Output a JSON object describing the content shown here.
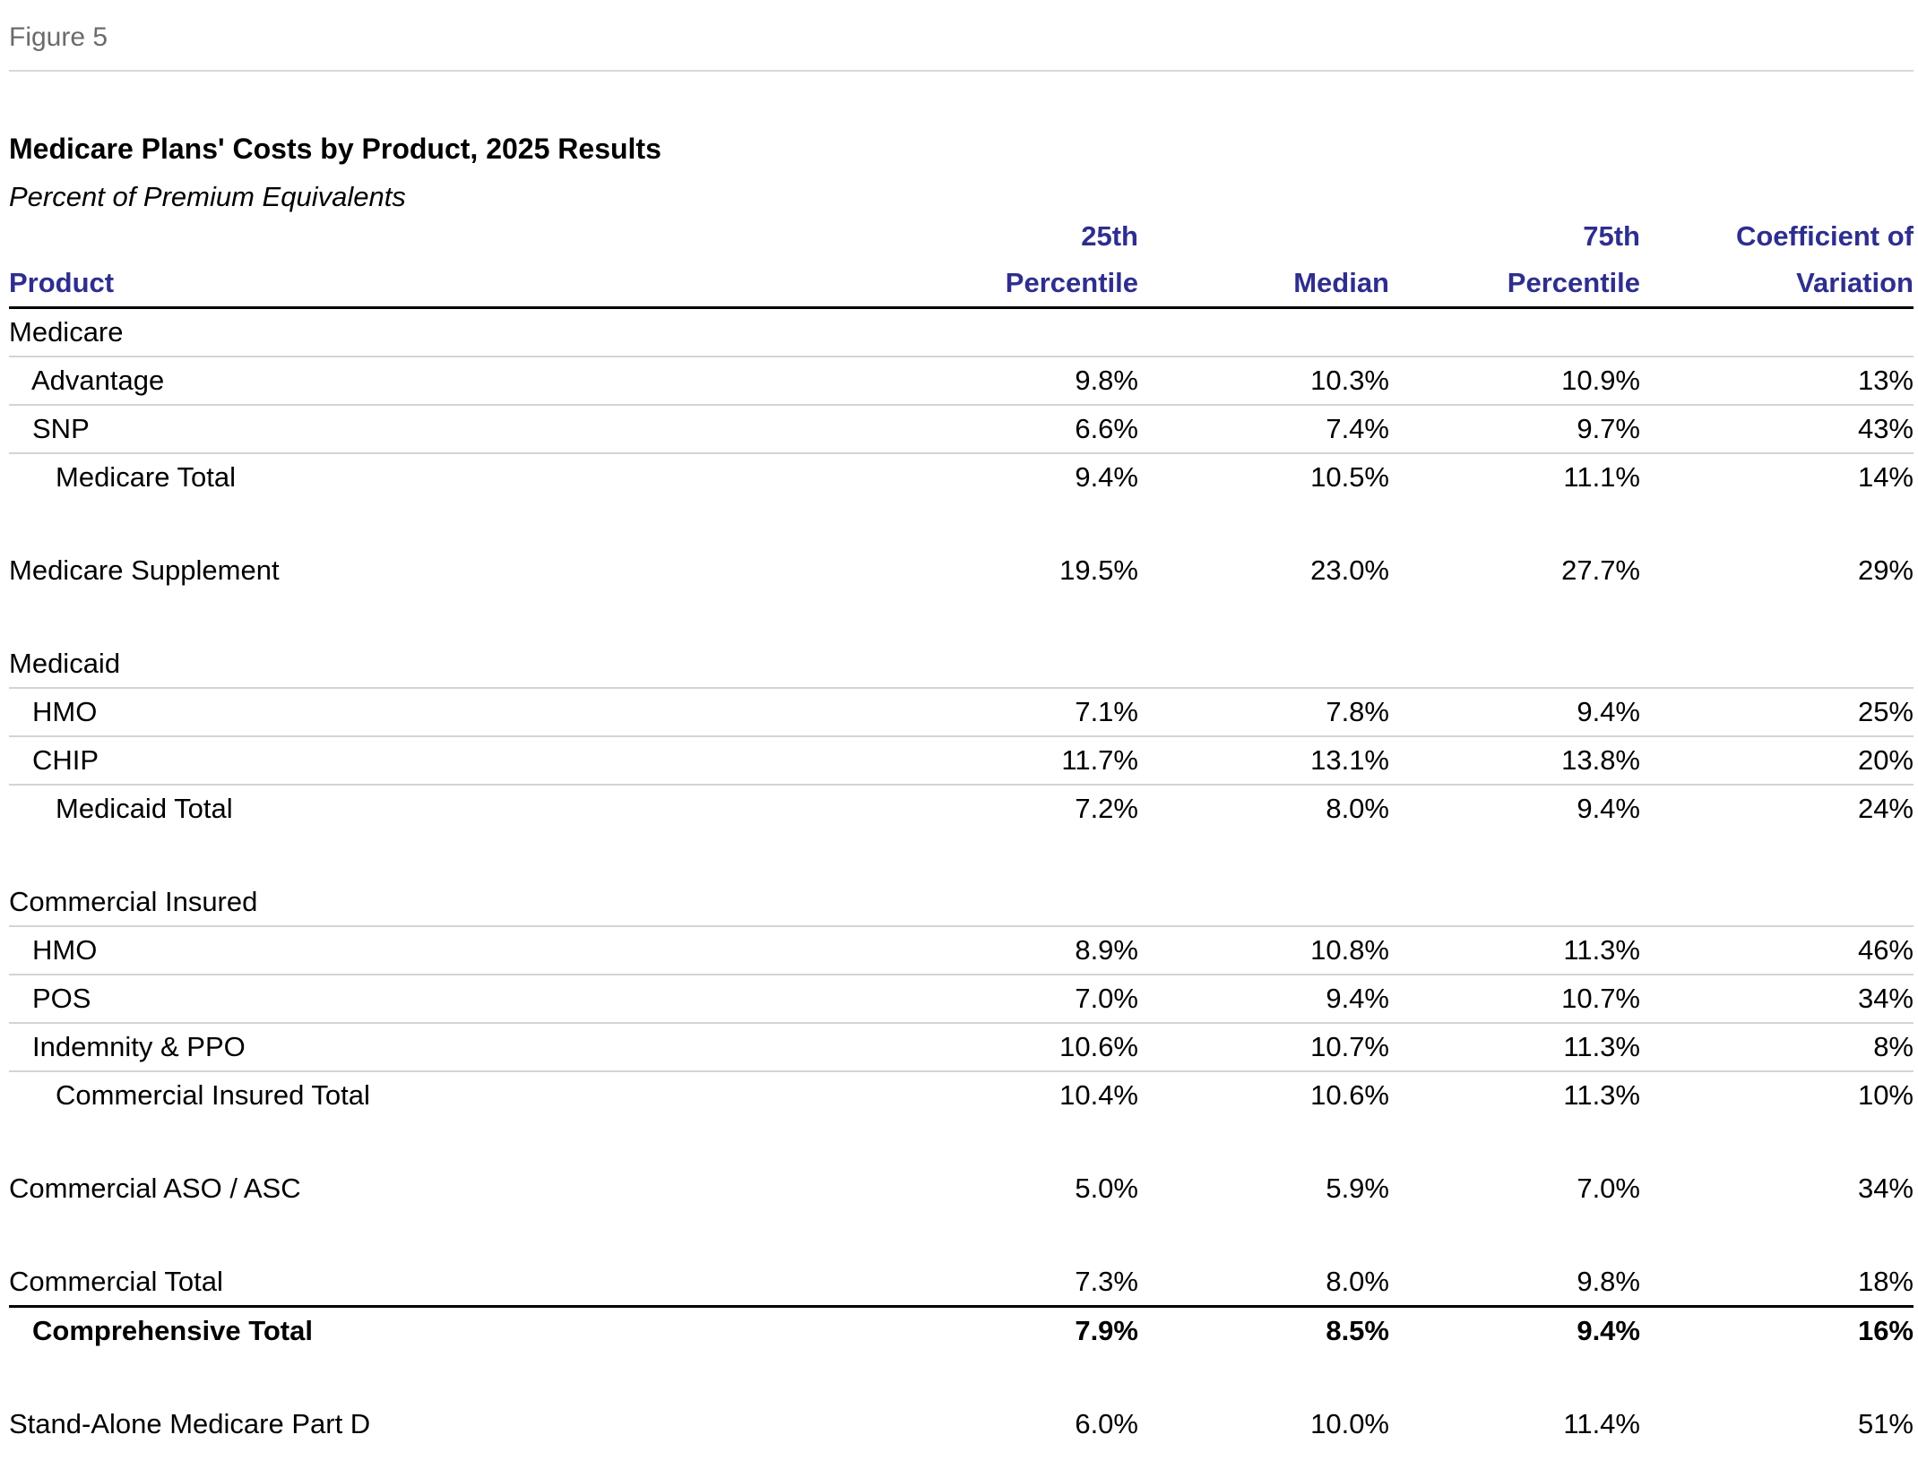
{
  "figure_label": "Figure 5",
  "title": "Medicare Plans' Costs by Product, 2025 Results",
  "subtitle": "Percent of Premium Equivalents",
  "columns": {
    "product": "Product",
    "p25_line1": "25th",
    "p25_line2": "Percentile",
    "median": "Median",
    "p75_line1": "75th",
    "p75_line2": "Percentile",
    "cov_line1": "Coefficient of",
    "cov_line2": "Variation"
  },
  "rows": [
    {
      "product": "Medicare",
      "p25": "",
      "median": "",
      "p75": "",
      "cov": ""
    },
    {
      "product": "Advantage",
      "p25": "9.8%",
      "median": "10.3%",
      "p75": "10.9%",
      "cov": "13%"
    },
    {
      "product": "SNP",
      "p25": "6.6%",
      "median": "7.4%",
      "p75": "9.7%",
      "cov": "43%"
    },
    {
      "product": "Medicare Total",
      "p25": "9.4%",
      "median": "10.5%",
      "p75": "11.1%",
      "cov": "14%"
    },
    {
      "product": "Medicare Supplement",
      "p25": "19.5%",
      "median": "23.0%",
      "p75": "27.7%",
      "cov": "29%"
    },
    {
      "product": "Medicaid",
      "p25": "",
      "median": "",
      "p75": "",
      "cov": ""
    },
    {
      "product": "HMO",
      "p25": "7.1%",
      "median": "7.8%",
      "p75": "9.4%",
      "cov": "25%"
    },
    {
      "product": "CHIP",
      "p25": "11.7%",
      "median": "13.1%",
      "p75": "13.8%",
      "cov": "20%"
    },
    {
      "product": "Medicaid Total",
      "p25": "7.2%",
      "median": "8.0%",
      "p75": "9.4%",
      "cov": "24%"
    },
    {
      "product": "Commercial Insured",
      "p25": "",
      "median": "",
      "p75": "",
      "cov": ""
    },
    {
      "product": "HMO",
      "p25": "8.9%",
      "median": "10.8%",
      "p75": "11.3%",
      "cov": "46%"
    },
    {
      "product": "POS",
      "p25": "7.0%",
      "median": "9.4%",
      "p75": "10.7%",
      "cov": "34%"
    },
    {
      "product": "Indemnity & PPO",
      "p25": "10.6%",
      "median": "10.7%",
      "p75": "11.3%",
      "cov": "8%"
    },
    {
      "product": "Commercial Insured Total",
      "p25": "10.4%",
      "median": "10.6%",
      "p75": "11.3%",
      "cov": "10%"
    },
    {
      "product": "Commercial ASO / ASC",
      "p25": "5.0%",
      "median": "5.9%",
      "p75": "7.0%",
      "cov": "34%"
    },
    {
      "product": "Commercial Total",
      "p25": "7.3%",
      "median": "8.0%",
      "p75": "9.8%",
      "cov": "18%"
    },
    {
      "product": "Comprehensive Total",
      "p25": "7.9%",
      "median": "8.5%",
      "p75": "9.4%",
      "cov": "16%"
    },
    {
      "product": "Stand-Alone Medicare Part D",
      "p25": "6.0%",
      "median": "10.0%",
      "p75": "11.4%",
      "cov": "51%"
    }
  ]
}
